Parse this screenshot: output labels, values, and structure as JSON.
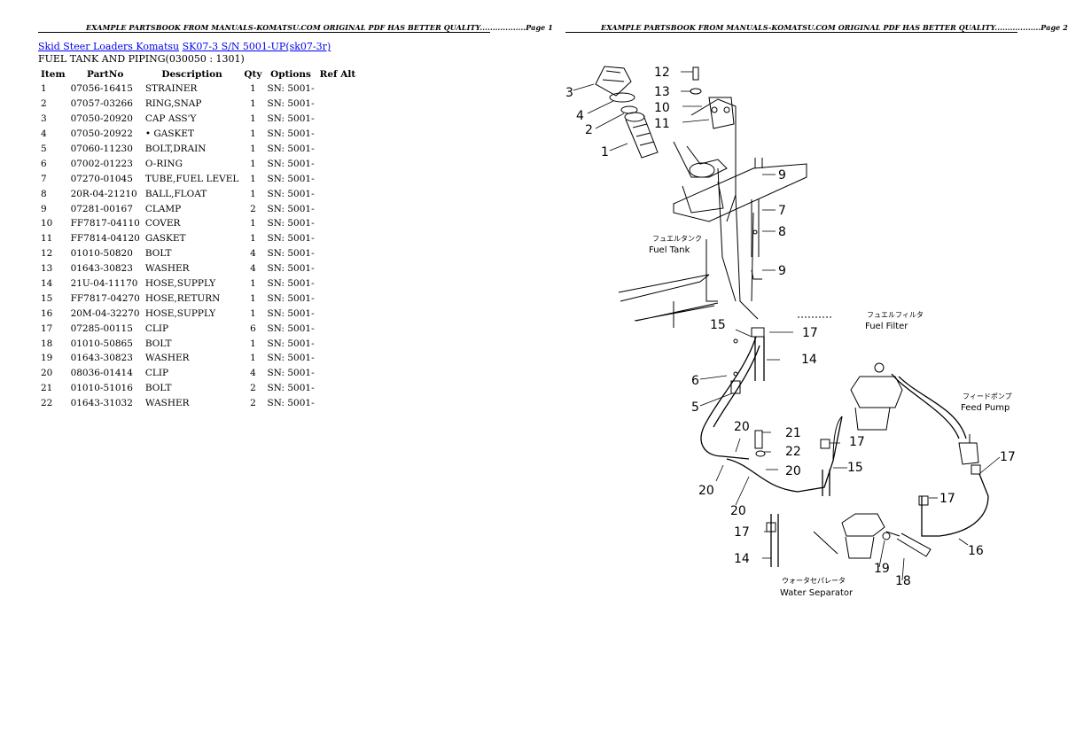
{
  "page_headers": {
    "left": "EXAMPLE PARTSBOOK FROM MANUALS-KOMATSU.COM ORIGINAL PDF HAS BETTER QUALITY..................Page 1",
    "right": "EXAMPLE PARTSBOOK FROM MANUALS-KOMATSU.COM ORIGINAL PDF HAS BETTER QUALITY..................Page 2"
  },
  "breadcrumb": {
    "category": "Skid Steer Loaders Komatsu",
    "model": "SK07-3 S/N 5001-UP(sk07-3r)"
  },
  "section_title": "FUEL TANK AND PIPING(030050 : 1301)",
  "table": {
    "headers": [
      "Item",
      "PartNo",
      "Description",
      "Qty",
      "Options",
      "Ref Alt"
    ],
    "rows": [
      [
        "1",
        "07056-16415",
        "STRAINER",
        "1",
        "SN: 5001-",
        ""
      ],
      [
        "2",
        "07057-03266",
        "RING,SNAP",
        "1",
        "SN: 5001-",
        ""
      ],
      [
        "3",
        "07050-20920",
        "CAP ASS'Y",
        "1",
        "SN: 5001-",
        ""
      ],
      [
        "4",
        "07050-20922",
        "• GASKET",
        "1",
        "SN: 5001-",
        ""
      ],
      [
        "5",
        "07060-11230",
        "BOLT,DRAIN",
        "1",
        "SN: 5001-",
        ""
      ],
      [
        "6",
        "07002-01223",
        "O-RING",
        "1",
        "SN: 5001-",
        ""
      ],
      [
        "7",
        "07270-01045",
        "TUBE,FUEL LEVEL",
        "1",
        "SN: 5001-",
        ""
      ],
      [
        "8",
        "20R-04-21210",
        "BALL,FLOAT",
        "1",
        "SN: 5001-",
        ""
      ],
      [
        "9",
        "07281-00167",
        "CLAMP",
        "2",
        "SN: 5001-",
        ""
      ],
      [
        "10",
        "FF7817-04110",
        "COVER",
        "1",
        "SN: 5001-",
        ""
      ],
      [
        "11",
        "FF7814-04120",
        "GASKET",
        "1",
        "SN: 5001-",
        ""
      ],
      [
        "12",
        "01010-50820",
        "BOLT",
        "4",
        "SN: 5001-",
        ""
      ],
      [
        "13",
        "01643-30823",
        "WASHER",
        "4",
        "SN: 5001-",
        ""
      ],
      [
        "14",
        "21U-04-11170",
        "HOSE,SUPPLY",
        "1",
        "SN: 5001-",
        ""
      ],
      [
        "15",
        "FF7817-04270",
        "HOSE,RETURN",
        "1",
        "SN: 5001-",
        ""
      ],
      [
        "16",
        "20M-04-32270",
        "HOSE,SUPPLY",
        "1",
        "SN: 5001-",
        ""
      ],
      [
        "17",
        "07285-00115",
        "CLIP",
        "6",
        "SN: 5001-",
        ""
      ],
      [
        "18",
        "01010-50865",
        "BOLT",
        "1",
        "SN: 5001-",
        ""
      ],
      [
        "19",
        "01643-30823",
        "WASHER",
        "1",
        "SN: 5001-",
        ""
      ],
      [
        "20",
        "08036-01414",
        "CLIP",
        "4",
        "SN: 5001-",
        ""
      ],
      [
        "21",
        "01010-51016",
        "BOLT",
        "2",
        "SN: 5001-",
        ""
      ],
      [
        "22",
        "01643-31032",
        "WASHER",
        "2",
        "SN: 5001-",
        ""
      ]
    ]
  },
  "diagram": {
    "callouts": [
      {
        "id": "c12",
        "text": "12"
      },
      {
        "id": "c13",
        "text": "13"
      },
      {
        "id": "c3",
        "text": "3"
      },
      {
        "id": "c10",
        "text": "10"
      },
      {
        "id": "c4",
        "text": "4"
      },
      {
        "id": "c11",
        "text": "11"
      },
      {
        "id": "c2",
        "text": "2"
      },
      {
        "id": "c1",
        "text": "1"
      },
      {
        "id": "c9a",
        "text": "9"
      },
      {
        "id": "c7",
        "text": "7"
      },
      {
        "id": "c8",
        "text": "8"
      },
      {
        "id": "c9b",
        "text": "9"
      },
      {
        "id": "c15a",
        "text": "15"
      },
      {
        "id": "c17a",
        "text": "17"
      },
      {
        "id": "c14a",
        "text": "14"
      },
      {
        "id": "c6",
        "text": "6"
      },
      {
        "id": "c5",
        "text": "5"
      },
      {
        "id": "c21",
        "text": "21"
      },
      {
        "id": "c20a",
        "text": "20"
      },
      {
        "id": "c17b",
        "text": "17"
      },
      {
        "id": "c22",
        "text": "22"
      },
      {
        "id": "c15b",
        "text": "15"
      },
      {
        "id": "c20b",
        "text": "20"
      },
      {
        "id": "c17c",
        "text": "17"
      },
      {
        "id": "c20c",
        "text": "20"
      },
      {
        "id": "c20d",
        "text": "20"
      },
      {
        "id": "c17d",
        "text": "17"
      },
      {
        "id": "c17e",
        "text": "17"
      },
      {
        "id": "c14b",
        "text": "14"
      },
      {
        "id": "c16",
        "text": "16"
      },
      {
        "id": "c19",
        "text": "19"
      },
      {
        "id": "c18",
        "text": "18"
      }
    ],
    "labels": {
      "fuel_tank_jp": "フュエルタンク",
      "fuel_tank": "Fuel  Tank",
      "fuel_filter_jp": "フュエルフィルタ",
      "fuel_filter": "Fuel  Filter",
      "feed_pump_jp": "フィードポンプ",
      "feed_pump": "Feed  Pump",
      "water_sep_jp": "ウォータセパレータ",
      "water_sep": "Water  Separator"
    }
  }
}
